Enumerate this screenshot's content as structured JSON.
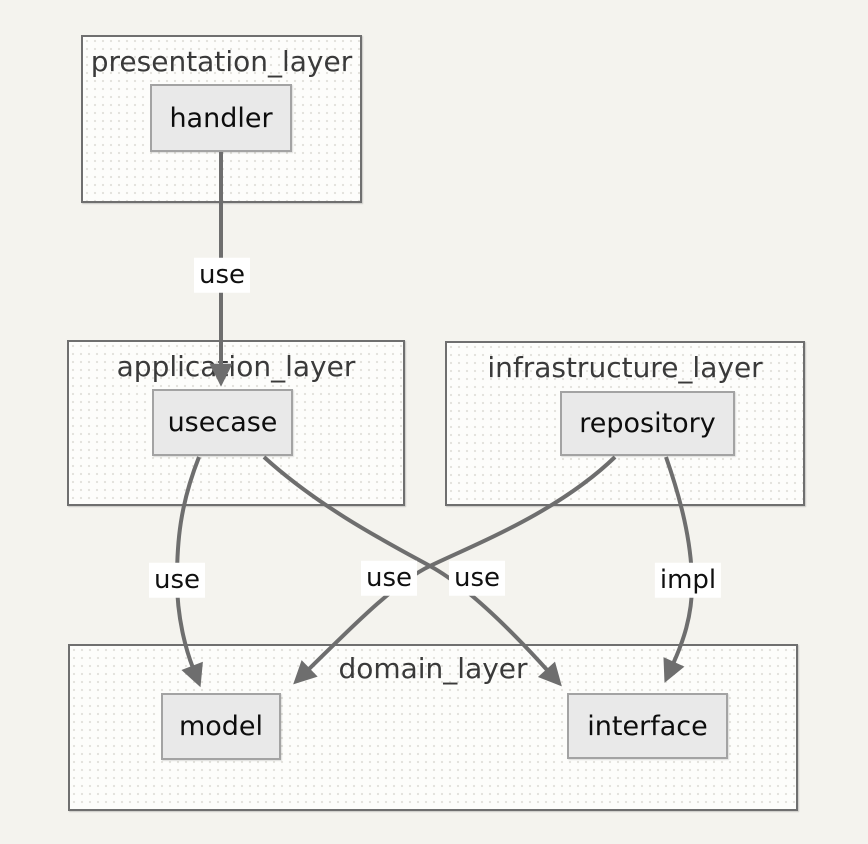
{
  "diagram": {
    "type": "layered-architecture",
    "clusters": [
      {
        "id": "presentation_layer",
        "label": "presentation_layer"
      },
      {
        "id": "application_layer",
        "label": "application_layer"
      },
      {
        "id": "infrastructure_layer",
        "label": "infrastructure_layer"
      },
      {
        "id": "domain_layer",
        "label": "domain_layer"
      }
    ],
    "nodes": [
      {
        "id": "handler",
        "label": "handler",
        "cluster": "presentation_layer"
      },
      {
        "id": "usecase",
        "label": "usecase",
        "cluster": "application_layer"
      },
      {
        "id": "repository",
        "label": "repository",
        "cluster": "infrastructure_layer"
      },
      {
        "id": "model",
        "label": "model",
        "cluster": "domain_layer"
      },
      {
        "id": "interface",
        "label": "interface",
        "cluster": "domain_layer"
      }
    ],
    "edges": [
      {
        "from": "handler",
        "to": "usecase",
        "label": "use"
      },
      {
        "from": "usecase",
        "to": "model",
        "label": "use"
      },
      {
        "from": "usecase",
        "to": "interface",
        "label": "use"
      },
      {
        "from": "repository",
        "to": "model",
        "label": "use"
      },
      {
        "from": "repository",
        "to": "interface",
        "label": "impl"
      }
    ]
  },
  "colors": {
    "background": "#f4f3ee",
    "cluster_fill": "#fdfdfb",
    "cluster_border": "#6f6f6f",
    "cluster_text": "#3a3a3a",
    "node_fill": "#e9e9e9",
    "node_border": "#a3a3a3",
    "node_text": "#0d0d0d",
    "edge": "#6e6e6e"
  }
}
